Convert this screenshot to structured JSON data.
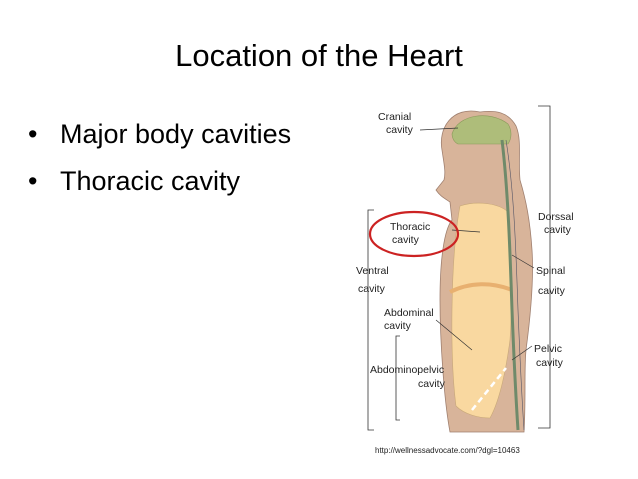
{
  "slide": {
    "title": "Location of the Heart",
    "bullets": [
      "Major body cavities",
      "Thoracic cavity"
    ],
    "bullet_glyph": "•"
  },
  "diagram": {
    "labels": {
      "cranial_1": "Cranial",
      "cranial_2": "cavity",
      "thoracic_1": "Thoracic",
      "thoracic_2": "cavity",
      "dorsal_1": "Dorssal",
      "dorsal_2": "cavity",
      "ventral_1": "Ventral",
      "ventral_2": "cavity",
      "spinal_1": "Spinal",
      "spinal_2": "cavity",
      "abdominal_1": "Abdominal",
      "abdominal_2": "cavity",
      "pelvic_1": "Pelvic",
      "pelvic_2": "cavity",
      "abdomino_1": "Abdominopelvic",
      "abdomino_2": "cavity"
    },
    "colors": {
      "body": "#d8b49a",
      "cranial": "#aebd7a",
      "trunk": "#f9d8a0",
      "highlight": "#cc2222"
    }
  },
  "credit": "http://wellnessadvocate.com/?dgl=10463"
}
